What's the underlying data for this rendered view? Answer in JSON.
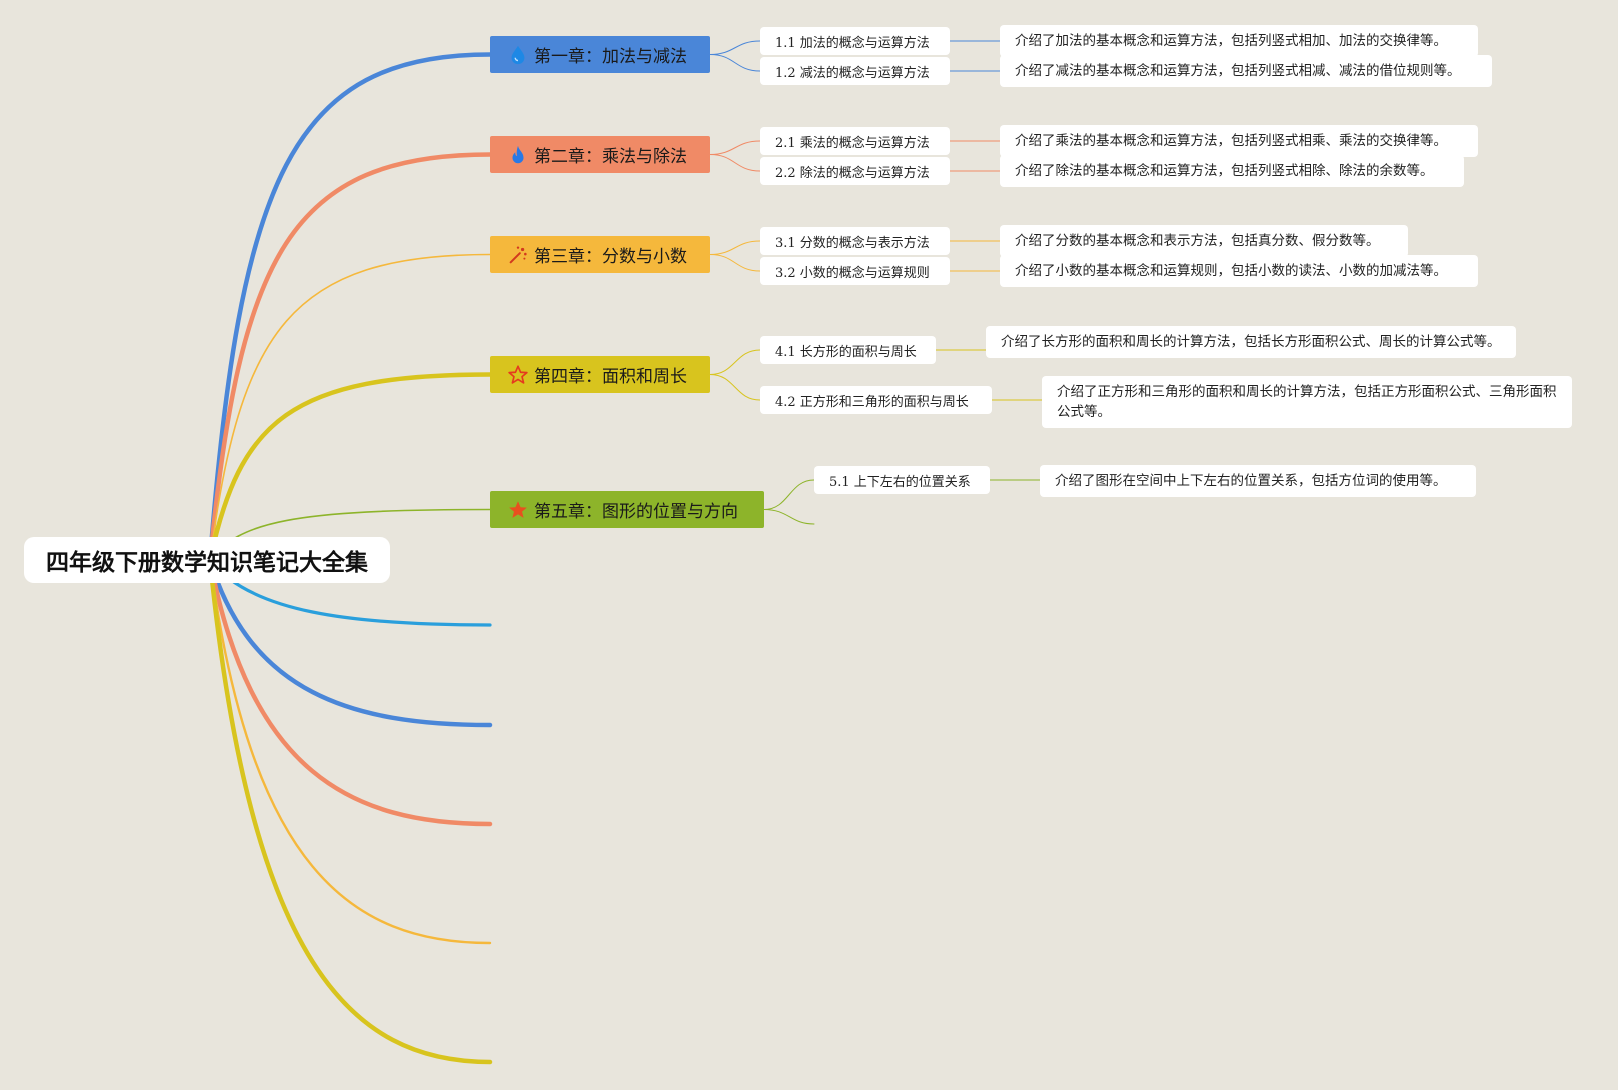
{
  "root": {
    "title": "四年级下册数学知识笔记大全集"
  },
  "chapters": [
    {
      "label": "第一章：加法与减法",
      "color": "#4a86d8",
      "icon": "water-drop-icon",
      "subs": [
        {
          "label": "1.1 加法的概念与运算方法",
          "desc": "介绍了加法的基本概念和运算方法，包括列竖式相加、加法的交换律等。"
        },
        {
          "label": "1.2 减法的概念与运算方法",
          "desc": "介绍了减法的基本概念和运算方法，包括列竖式相减、减法的借位规则等。"
        }
      ]
    },
    {
      "label": "第二章：乘法与除法",
      "color": "#f08a66",
      "icon": "flame-icon",
      "subs": [
        {
          "label": "2.1 乘法的概念与运算方法",
          "desc": "介绍了乘法的基本概念和运算方法，包括列竖式相乘、乘法的交换律等。"
        },
        {
          "label": "2.2 除法的概念与运算方法",
          "desc": "介绍了除法的基本概念和运算方法，包括列竖式相除、除法的余数等。"
        }
      ]
    },
    {
      "label": "第三章：分数与小数",
      "color": "#f5b83c",
      "icon": "sparkle-icon",
      "subs": [
        {
          "label": "3.1 分数的概念与表示方法",
          "desc": "介绍了分数的基本概念和表示方法，包括真分数、假分数等。"
        },
        {
          "label": "3.2 小数的概念与运算规则",
          "desc": "介绍了小数的基本概念和运算规则，包括小数的读法、小数的加减法等。"
        }
      ]
    },
    {
      "label": "第四章：面积和周长",
      "color": "#d8c41e",
      "icon": "star-outline-icon",
      "subs": [
        {
          "label": "4.1 长方形的面积与周长",
          "desc": "介绍了长方形的面积和周长的计算方法，包括长方形面积公式、周长的计算公式等。"
        },
        {
          "label": "4.2 正方形和三角形的面积与周长",
          "desc": "介绍了正方形和三角形的面积和周长的计算方法，包括正方形面积公式、三角形面积公式等。"
        }
      ]
    },
    {
      "label": "第五章：图形的位置与方向",
      "color": "#8db42a",
      "icon": "star-filled-icon",
      "subs": [
        {
          "label": "5.1 上下左右的位置关系",
          "desc": "介绍了图形在空间中上下左右的位置关系，包括方位词的使用等。"
        }
      ]
    }
  ],
  "empty_branch_colors": [
    "#2a9fdc",
    "#4a86d8",
    "#f08a66",
    "#f5b83c",
    "#d8c41e"
  ]
}
